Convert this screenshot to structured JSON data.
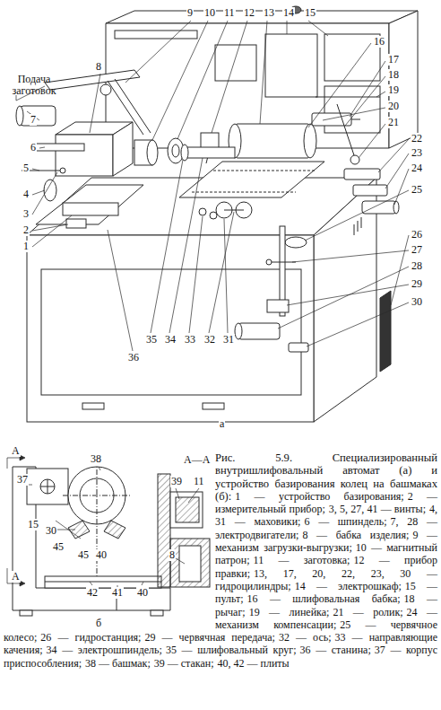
{
  "diagram": {
    "caption": "Рис. 5.9. Специализированный внутришлифовальный автомат (а) и устройство базирования колец на башмаках (б):",
    "labels": [
      "Подача заготовок",
      "9",
      "10",
      "11",
      "12",
      "13",
      "14",
      "15",
      "16",
      "17",
      "18",
      "19",
      "20",
      "21",
      "22",
      "23",
      "24",
      "25",
      "26",
      "27",
      "28",
      "29",
      "30",
      "8",
      "7",
      "6",
      "5",
      "4",
      "3",
      "2",
      "1",
      "36",
      "35",
      "34",
      "33",
      "32",
      "31",
      "а",
      "A",
      "A—A",
      "37",
      "38",
      "39",
      "11",
      "15",
      "30",
      "45",
      "45",
      "40",
      "8",
      "42",
      "41",
      "40",
      "б",
      "A",
      "1 — устройство базирования;",
      "2 — измерительный прибор;",
      "3, 5, 27, 41 — винты;",
      "4, 31 — маховики;",
      "6 — шпиндель;",
      "7, 28 — электродвигатели;",
      "8 — бабка изделия;",
      "9 — механизм загрузки-выгрузки;",
      "10 — магнитный патрон;",
      "11 — заготовка;",
      "12 — прибор правки;",
      "13, 17, 20, 22, 23, 30 — гидроцилиндры;",
      "14 — электрошкаф;",
      "15 — пульт;",
      "16 — шлифовальная бабка;",
      "18 — рычаг;",
      "19 — линейка;",
      "21 — ролик;",
      "24 — механизм компенсации;",
      "25 — червячное колесо;",
      "26 — гидростанция;",
      "29 — червячная передача;",
      "32 — ось;",
      "33 — направляющие качения;",
      "34 — электрошпиндель;",
      "35 — шлифовальный круг;",
      "36 — станина;",
      "37 — корпус приспособления;",
      "38 — башмак;",
      "39 — стакан;",
      "40, 42 — плиты"
    ]
  }
}
